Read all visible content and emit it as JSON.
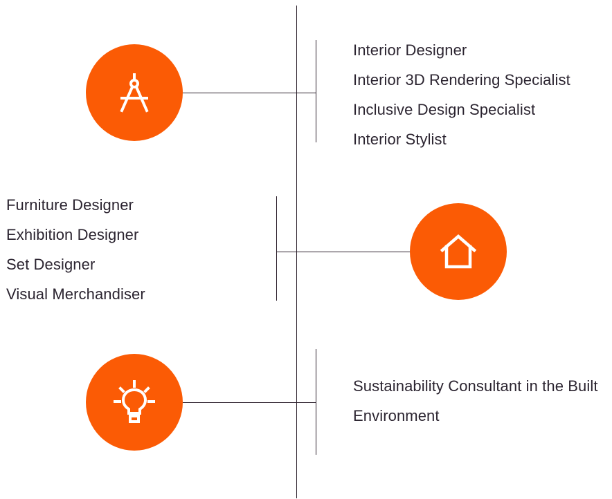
{
  "accent_color": "#fb5b05",
  "line_color": "#2b1f2b",
  "groups": [
    {
      "icon": "drafting-compass-icon",
      "roles": [
        "Interior Designer",
        "Interior 3D Rendering Specialist",
        "Inclusive Design Specialist",
        "Interior Stylist"
      ]
    },
    {
      "icon": "house-icon",
      "roles": [
        "Furniture Designer",
        "Exhibition Designer",
        "Set Designer",
        "Visual Merchandiser"
      ]
    },
    {
      "icon": "lightbulb-icon",
      "roles": [
        "Sustainability Consultant in the Built Environment"
      ]
    }
  ]
}
